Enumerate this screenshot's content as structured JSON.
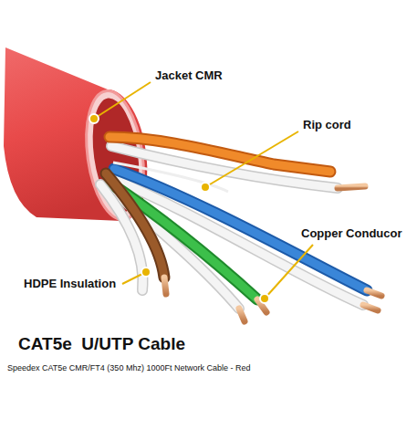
{
  "diagram": {
    "title": "CAT5e  U/UTP Cable",
    "caption": "Speedex CAT5e CMR/FT4 (350 Mhz) 1000Ft Network Cable - Red",
    "labels": [
      "Jacket CMR",
      "Rip cord",
      "Copper Conducor",
      "HDPE Insulation"
    ]
  }
}
